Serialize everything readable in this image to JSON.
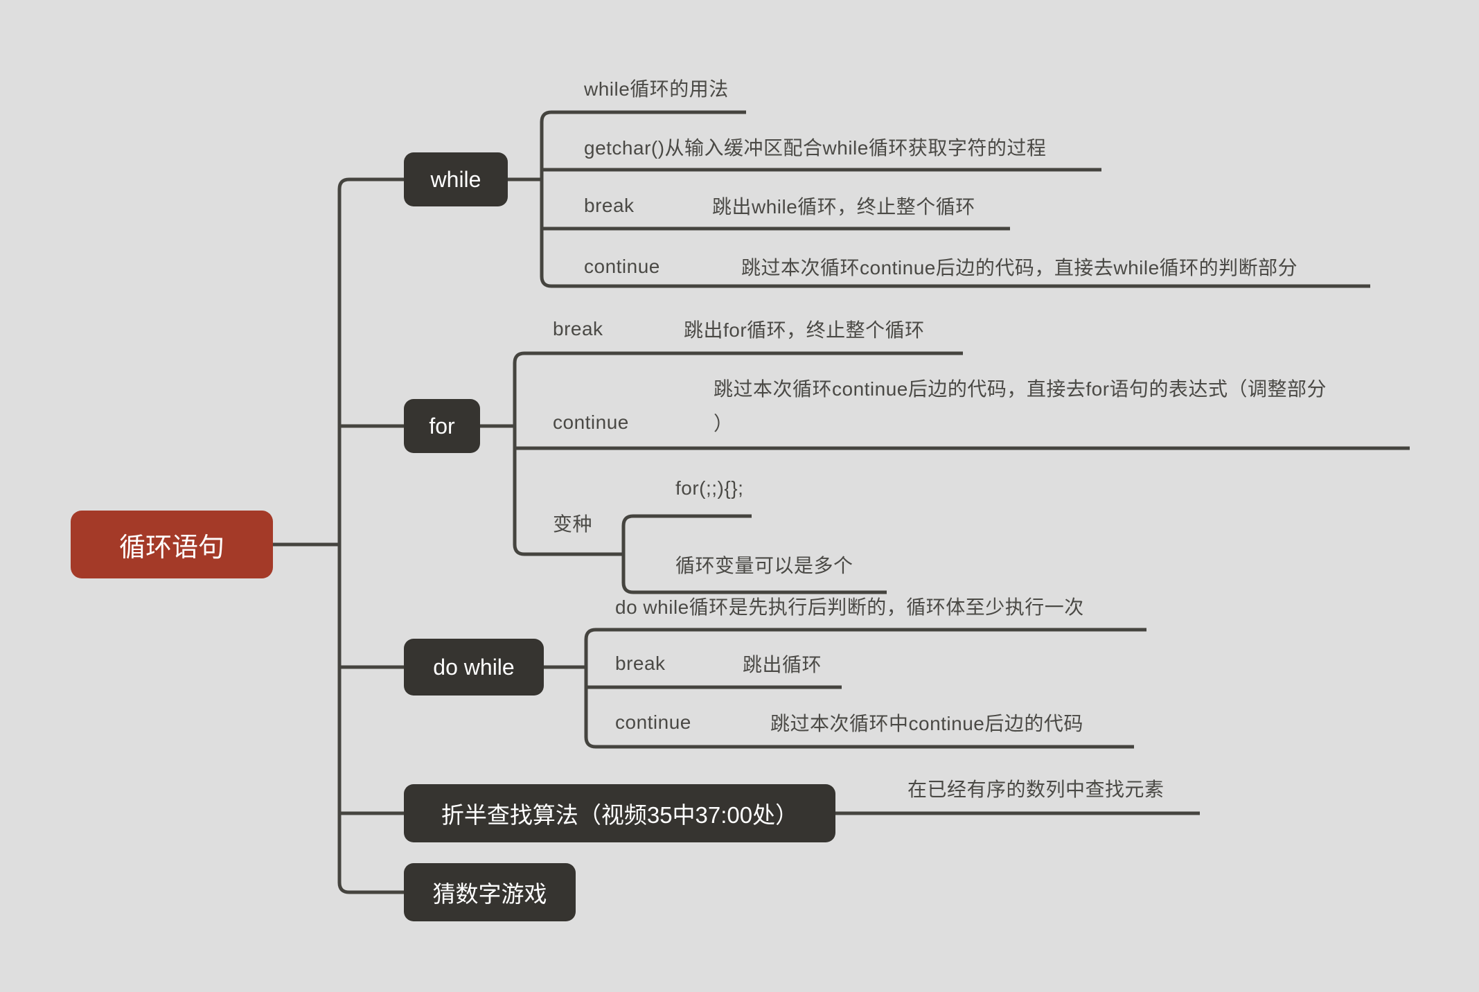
{
  "title": "循环语句思维导图",
  "colors": {
    "background": "#dedede",
    "line": "#45443f",
    "node_fill": "#363430",
    "node_text": "#ffffff",
    "root_fill": "#a43a28",
    "root_text": "#ffffff",
    "topic_text": "#4a4945"
  },
  "root": {
    "label": "循环语句"
  },
  "while_branch": {
    "label": "while",
    "usage": "while循环的用法",
    "getchar": "getchar()从输入缓冲区配合while循环获取字符的过程",
    "break_keyword": "break",
    "break_desc": "跳出while循环，终止整个循环",
    "continue_keyword": "continue",
    "continue_desc": "跳过本次循环continue后边的代码，直接去while循环的判断部分"
  },
  "for_branch": {
    "label": "for",
    "break_keyword": "break",
    "break_desc": "跳出for循环，终止整个循环",
    "continue_keyword": "continue",
    "continue_desc_line1": "跳过本次循环continue后边的代码，直接去for语句的表达式（调整部分",
    "continue_desc_line2": "）",
    "variant_label": "变种",
    "variant_infinite": "for(;;){};",
    "variant_multi": "循环变量可以是多个"
  },
  "do_while_branch": {
    "label": "do while",
    "note": "do while循环是先执行后判断的，循环体至少执行一次",
    "break_keyword": "break",
    "break_desc": "跳出循环",
    "continue_keyword": "continue",
    "continue_desc": "跳过本次循环中continue后边的代码"
  },
  "binary_search_branch": {
    "label": "折半查找算法（视频35中37:00处）",
    "note": "在已经有序的数列中查找元素"
  },
  "guess_branch": {
    "label": "猜数字游戏"
  }
}
